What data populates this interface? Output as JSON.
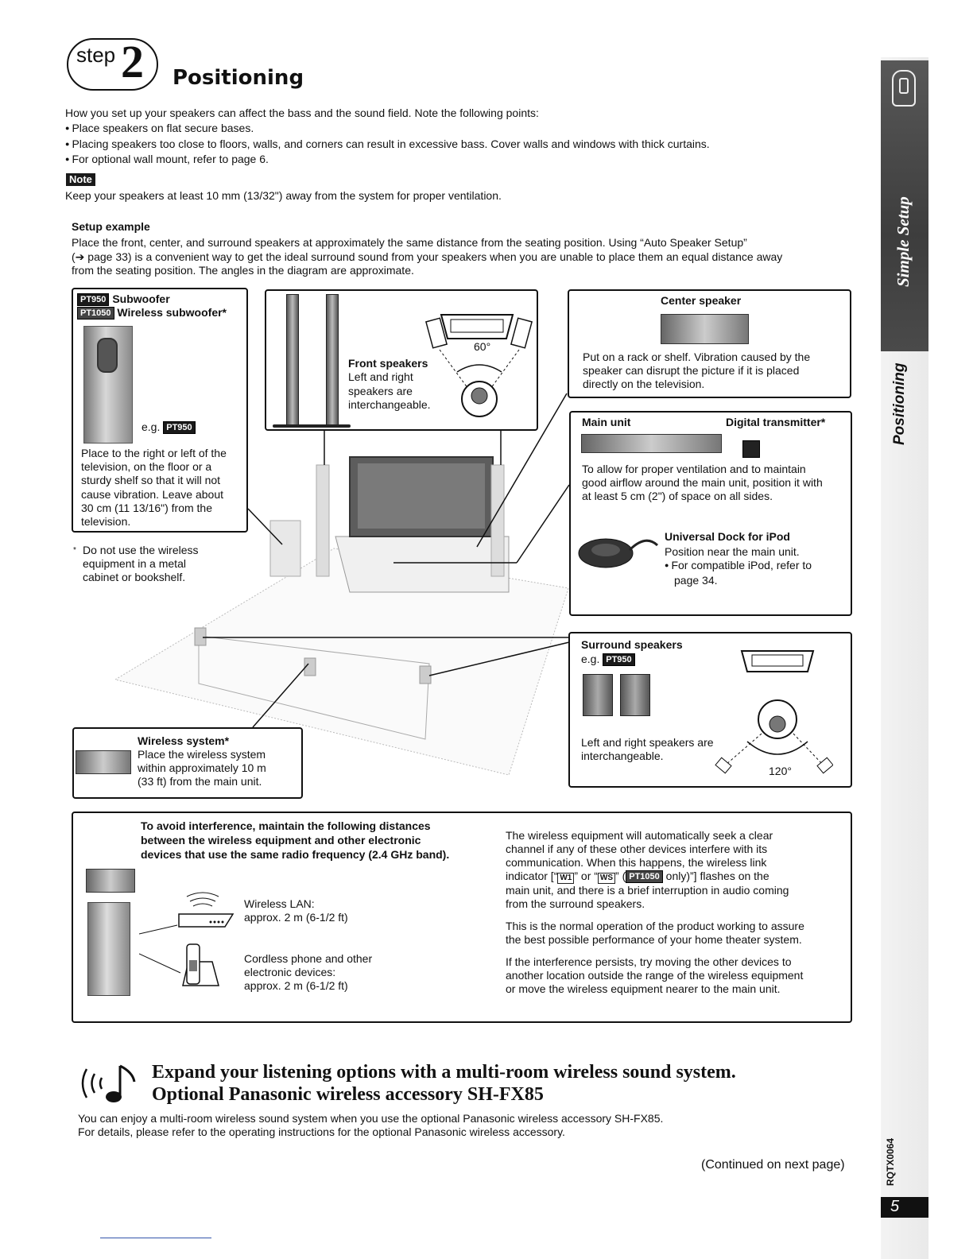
{
  "header": {
    "step_word": "step",
    "step_number": "2",
    "title": "Positioning"
  },
  "intro": {
    "lead": "How you set up your speakers can affect the bass and the sound field. Note the following points:",
    "bullets": [
      "Place speakers on flat secure bases.",
      "Placing speakers too close to floors, walls, and corners can result in excessive bass. Cover walls and windows with thick curtains.",
      "For optional wall mount, refer to page 6."
    ],
    "note_label": "Note",
    "note_text": "Keep your speakers at least 10 mm (13/32\") away from the system for proper ventilation."
  },
  "setup": {
    "heading": "Setup example",
    "line1": "Place the front, center, and surround speakers at approximately the same distance from the seating position. Using “Auto Speaker Setup”",
    "line2": "(➔ page 33) is a convenient way to get the ideal surround sound from your speakers when you are unable to place them an equal distance away",
    "line3": "from the seating position. The angles in the diagram are approximate."
  },
  "tags": {
    "pt950": "PT950",
    "pt1050": "PT1050"
  },
  "subwoofer": {
    "title": "Subwoofer",
    "title2": "Wireless subwoofer*",
    "eg": "e.g.",
    "lines": [
      "Place to the right or left of the",
      "television, on the floor or a",
      "sturdy shelf so that it will not",
      "cause vibration. Leave about",
      "30 cm (11 13/16\") from the",
      "television."
    ]
  },
  "footnote": {
    "mark": "*",
    "lines": [
      "Do not use the wireless",
      "equipment in a metal",
      "cabinet or bookshelf."
    ]
  },
  "front": {
    "title": "Front speakers",
    "lines": [
      "Left and right",
      "speakers are",
      "interchangeable."
    ],
    "angle": "60°"
  },
  "center": {
    "title": "Center speaker",
    "lines": [
      "Put on a rack or shelf. Vibration caused by the",
      "speaker can disrupt the picture if it is placed",
      "directly on the television."
    ]
  },
  "main_unit": {
    "title": "Main unit",
    "title2": "Digital transmitter*",
    "lines": [
      "To allow for proper ventilation and to maintain",
      "good airflow around the main unit, position it with",
      "at least 5 cm (2\") of space on all sides."
    ]
  },
  "dock": {
    "title": "Universal Dock for iPod",
    "line1": "Position near the main unit.",
    "bullet": "For compatible iPod, refer to",
    "bullet2": "page 34."
  },
  "surround": {
    "title": "Surround speakers",
    "eg": "e.g.",
    "lines": [
      "Left and right speakers are",
      "interchangeable."
    ],
    "angle": "120°"
  },
  "wireless_system": {
    "title": "Wireless system*",
    "lines": [
      "Place the wireless system",
      "within approximately 10 m",
      "(33 ft) from the main unit."
    ]
  },
  "interference": {
    "heading": [
      "To avoid interference, maintain the following distances",
      "between the wireless equipment and other electronic",
      "devices that use the same radio frequency (2.4 GHz band)."
    ],
    "lan_title": "Wireless LAN:",
    "lan_dist": "approx. 2 m (6-1/2 ft)",
    "phone_lines": [
      "Cordless phone and other",
      "electronic devices:",
      "approx. 2 m (6-1/2 ft)"
    ],
    "para1": [
      "The wireless equipment will automatically seek a clear",
      "channel if any of these other devices interfere with its",
      "communication. When this happens, the wireless link"
    ],
    "para1_ind_a": "indicator [“",
    "key_w1": "W1",
    "para1_ind_b": "” or “",
    "key_ws": "WS",
    "para1_ind_c": "” (",
    "para1_ind_d": " only)”] flashes on the",
    "para1_rest": [
      "main unit, and there is a brief interruption in audio coming",
      "from the surround speakers."
    ],
    "para2": [
      "This is the normal operation of the product working to assure",
      "the best possible performance of your home theater system."
    ],
    "para3": [
      "If the interference persists, try moving the other devices to",
      "another location outside the range of the wireless equipment",
      "or move the wireless equipment nearer to the main unit."
    ]
  },
  "expand": {
    "title1": "Expand your listening options with a multi-room wireless sound system.",
    "title2": "Optional Panasonic wireless accessory SH-FX85",
    "line1": "You can enjoy a multi-room wireless sound system when you use the optional Panasonic wireless accessory SH-FX85.",
    "line2": "For details, please refer to the operating instructions for the optional Panasonic wireless accessory."
  },
  "footer": {
    "continued": "(Continued on next page)",
    "doc_code": "RQTX0064",
    "page_number": "5"
  },
  "side_tabs": {
    "simple_setup": "Simple Setup",
    "positioning": "Positioning"
  }
}
